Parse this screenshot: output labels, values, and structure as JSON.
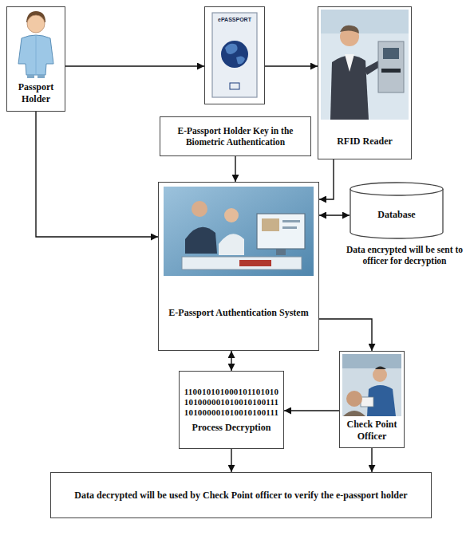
{
  "diagram": {
    "nodes": [
      {
        "text": [
          "Passport Holder"
        ]
      },
      {
        "text": [
          "ePASSPORT"
        ]
      },
      {
        "text": [
          "RFID Reader"
        ]
      },
      {
        "text": [
          "E-Passport Holder Key in the Biometric Authentication"
        ]
      },
      {
        "text": [
          "E-Passport Authentication System"
        ]
      },
      {
        "text": [
          "Database"
        ]
      },
      {
        "text": [
          "110010101000101101010",
          "101000001010010100111",
          "101000001010010100111",
          "Process Decryption"
        ]
      },
      {
        "text": [
          "Check Point Officer"
        ]
      },
      {
        "text": [
          "Data decrypted will be used by Check Point officer to verify the e-passport holder"
        ]
      }
    ],
    "edges": [
      {
        "from": 0,
        "to": 1,
        "arrow": "to"
      },
      {
        "from": 1,
        "to": 2,
        "arrow": "to"
      },
      {
        "from": 0,
        "to": 4,
        "arrow": "to"
      },
      {
        "from": 3,
        "to": 4,
        "arrow": "to"
      },
      {
        "from": 2,
        "to": 4,
        "arrow": "to"
      },
      {
        "from": 4,
        "to": 5,
        "arrow": "both"
      },
      {
        "from": 4,
        "to": 6,
        "arrow": "both"
      },
      {
        "from": 4,
        "to": 7,
        "arrow": "to"
      },
      {
        "from": 7,
        "to": 6,
        "arrow": "to"
      },
      {
        "from": 6,
        "to": 8,
        "arrow": "to"
      },
      {
        "from": 7,
        "to": 8,
        "arrow": "to"
      }
    ],
    "labels": [
      "Data encrypted will be sent to officer for decryption"
    ]
  }
}
